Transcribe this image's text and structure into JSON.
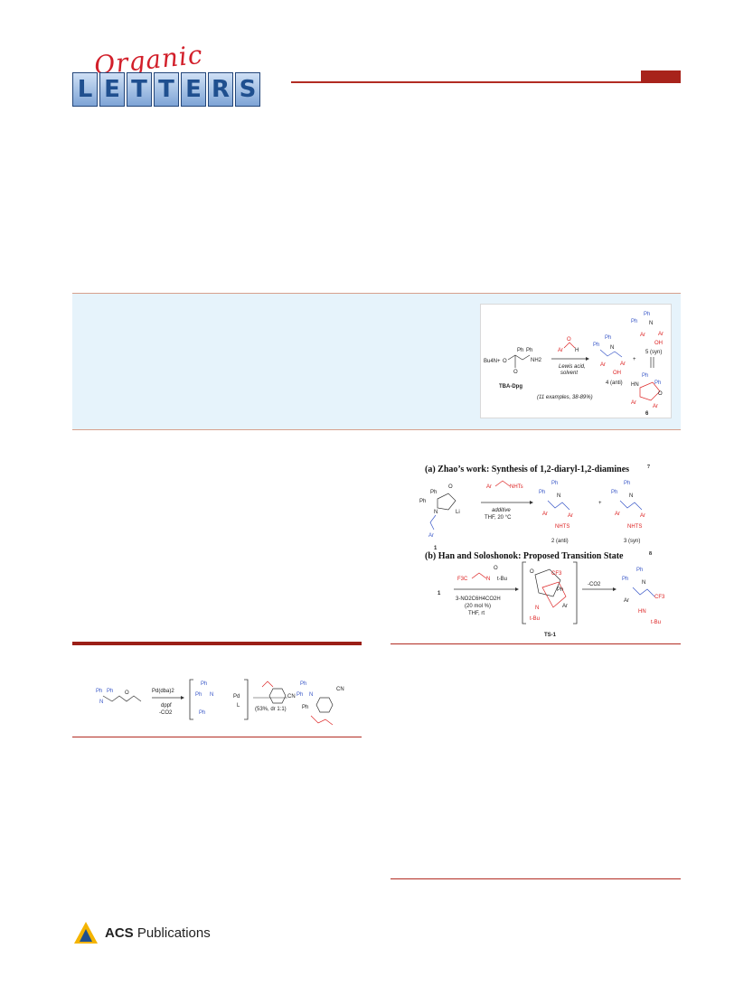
{
  "journal": {
    "logo_cursive": "Organic",
    "logo_letters": [
      "L",
      "E",
      "T",
      "T",
      "E",
      "R",
      "S"
    ]
  },
  "toc_graphic": {
    "reagent": "Bu4N+",
    "reagent_label": "TBA-Dpg",
    "aldehyde_label": "H",
    "conditions_top": "Lewis acid,",
    "conditions_bottom": "solvent",
    "product_4": "4 (anti)",
    "product_5": "5 (syn)",
    "product_6": "6",
    "scope": "(11 examples, 38-89%)",
    "groups": {
      "ph": "Ph",
      "ar": "Ar",
      "oh": "OH",
      "nh2": "NH2",
      "hn": "HN",
      "n": "N",
      "o": "O",
      "plus": "+"
    }
  },
  "scheme_a": {
    "title": "(a)  Zhao’s work: Synthesis of 1,2-diaryl-1,2-diamines",
    "ref": "7",
    "reactant_label": "1",
    "reagent_text": "NHTs",
    "additive": "additive",
    "conditions": "THF, 20 °C",
    "product_2": "2 (anti)",
    "product_3": "3 (syn)",
    "nhts": "NHTS",
    "li": "Li"
  },
  "scheme_b": {
    "title": "(b)  Han and Soloshonok: Proposed Transition State",
    "ref": "8",
    "reactant_label": "1",
    "reagent_f3c": "F3C",
    "reagent_tbu": "t-Bu",
    "cond_1": "3-NO2C6H4CO2H",
    "cond_2": "(20 mol %)",
    "cond_3": "THF, rt",
    "ts_label": "TS-1",
    "decarbox": "-CO2",
    "cf3": "CF3",
    "hn": "HN",
    "tbu": "t-Bu"
  },
  "scheme_c": {
    "cat_1": "Pd(dba)2",
    "cat_2": "dppf",
    "cat_3": "-CO2",
    "pd_label": "Pd",
    "l_label": "L",
    "yield": "(53%, dr 1:1)",
    "cn": "CN"
  },
  "footer": {
    "brand_bold": "ACS",
    "brand_rest": " Publications"
  },
  "colors": {
    "accent_red": "#b22b22",
    "abstract_bg": "#e6f3fb",
    "blue_chem": "#3a58c8",
    "red_chem": "#dd2222"
  }
}
